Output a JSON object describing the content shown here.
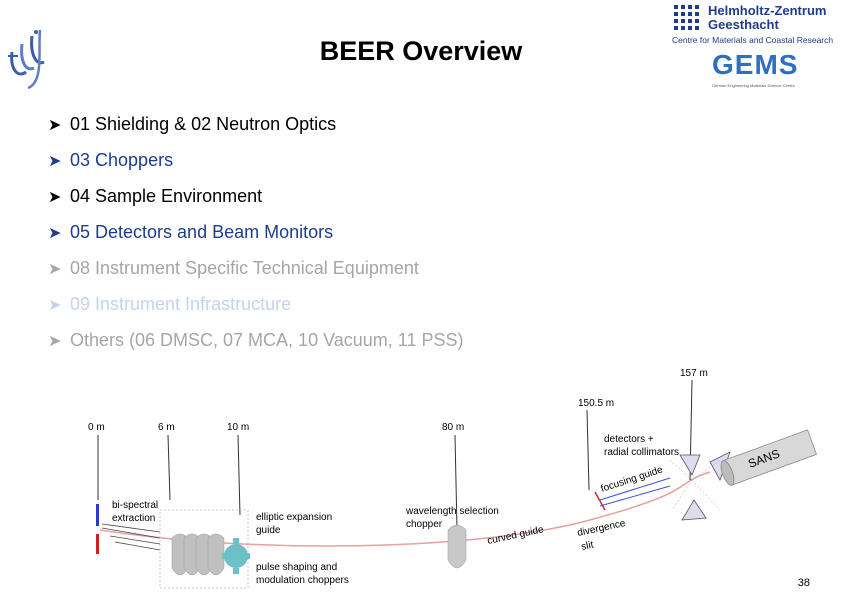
{
  "slide": {
    "title": "BEER Overview",
    "page_number": "38"
  },
  "logo_right": {
    "line1": "Helmholtz-Zentrum",
    "line2": "Geesthacht",
    "line3": "Centre for Materials and Coastal Research",
    "gems": "GEMS",
    "gems_sub": "German Engineering Materials Science Centre"
  },
  "bullets": [
    {
      "text": "01 Shielding & 02 Neutron Optics",
      "color": "#000000"
    },
    {
      "text": "03 Choppers",
      "color": "#1f3c8c"
    },
    {
      "text": "04 Sample Environment",
      "color": "#000000"
    },
    {
      "text": "05 Detectors and Beam Monitors",
      "color": "#1f3c8c"
    },
    {
      "text": "08 Instrument Specific Technical Equipment",
      "color": "#a6a6a6"
    },
    {
      "text": "09 Instrument Infrastructure",
      "color": "#c5d3ec"
    },
    {
      "text": "Others (06 DMSC, 07 MCA, 10 Vacuum, 11 PSS)",
      "color": "#a6a6a6"
    }
  ],
  "diagram": {
    "distances": {
      "d0": "0 m",
      "d6": "6 m",
      "d10": "10 m",
      "d80": "80 m",
      "d150": "150.5 m",
      "d157": "157 m"
    },
    "labels": {
      "bispectral1": "bi-spectral",
      "bispectral2": "extraction",
      "elliptic1": "elliptic expansion",
      "elliptic2": "guide",
      "pulse1": "pulse shaping and",
      "pulse2": "modulation choppers",
      "wavelength1": "wavelength selection",
      "wavelength2": "chopper",
      "curved": "curved guide",
      "divergence1": "divergence",
      "divergence2": "slit",
      "focusing": "focusing guide",
      "detectors1": "detectors +",
      "detectors2": "radial collimators",
      "sans": "SANS"
    }
  }
}
